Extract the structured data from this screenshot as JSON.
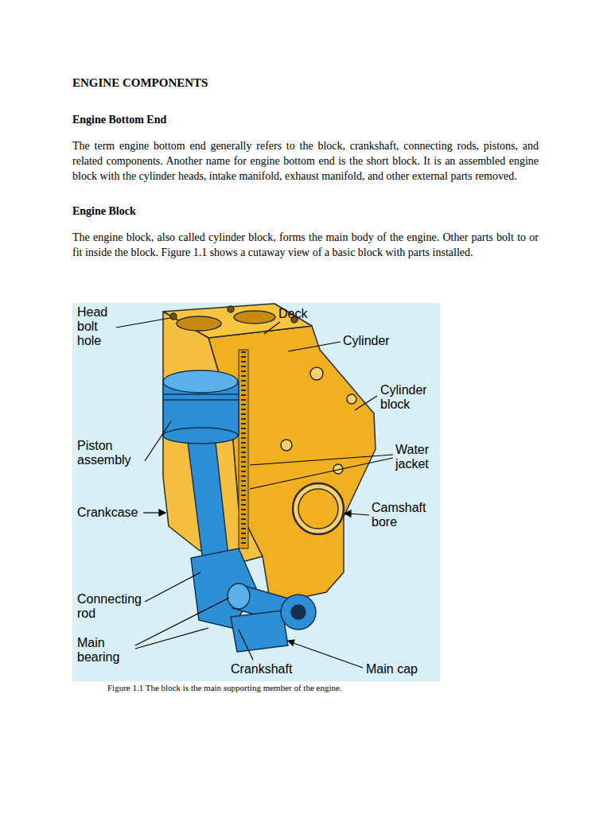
{
  "diagram": {
    "title": "ENGINE COMPONENTS",
    "caption": "Figure 1.1 The block is the main supporting member of the engine.",
    "labels": [
      "Engine Bottom End",
      "The term engine bottom end generally refers to the block, crankshaft, connecting rods, pistons, and related components. Another name for engine bottom end is the short block. It is an assembled engine block with the cylinder heads, intake manifold, exhaust manifold, and other external parts removed.",
      "Engine Block",
      "The engine block, also called cylinder block, forms the main body of the engine. Other parts bolt to or fit inside the block. Figure 1.1 shows a cutaway view of a basic block with parts installed.",
      "Head bolt hole",
      "Deck",
      "Cylinder",
      "Cylinder block",
      "Piston assembly",
      "Water jacket",
      "Crankcase",
      "Camshaft bore",
      "Connecting rod",
      "Main bearing",
      "Crankshaft",
      "Main cap"
    ]
  }
}
